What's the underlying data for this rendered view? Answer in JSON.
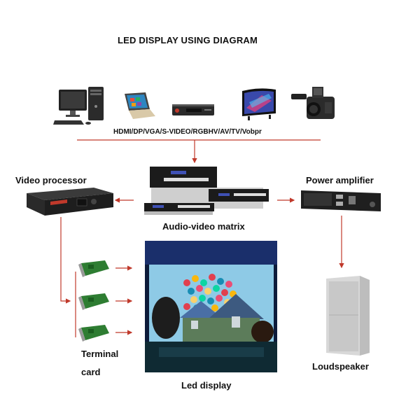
{
  "title": "LED DISPLAY USING DIAGRAM",
  "sources": {
    "signal_label": "HDMI/DP/VGA/S-VIDEO/RGBHV/AV/TV/Vobpr",
    "devices": [
      "desktop-computer",
      "laptop",
      "dvd-player",
      "television",
      "camcorder"
    ]
  },
  "nodes": {
    "video_processor": "Video processor",
    "matrix": "Audio-video matrix",
    "power_amplifier": "Power amplifier",
    "terminal_card_line1": "Terminal",
    "terminal_card_line2": "card",
    "led_display": "Led display",
    "loudspeaker": "Loudspeaker"
  },
  "colors": {
    "connector": "#c0392b",
    "text": "#111111"
  }
}
